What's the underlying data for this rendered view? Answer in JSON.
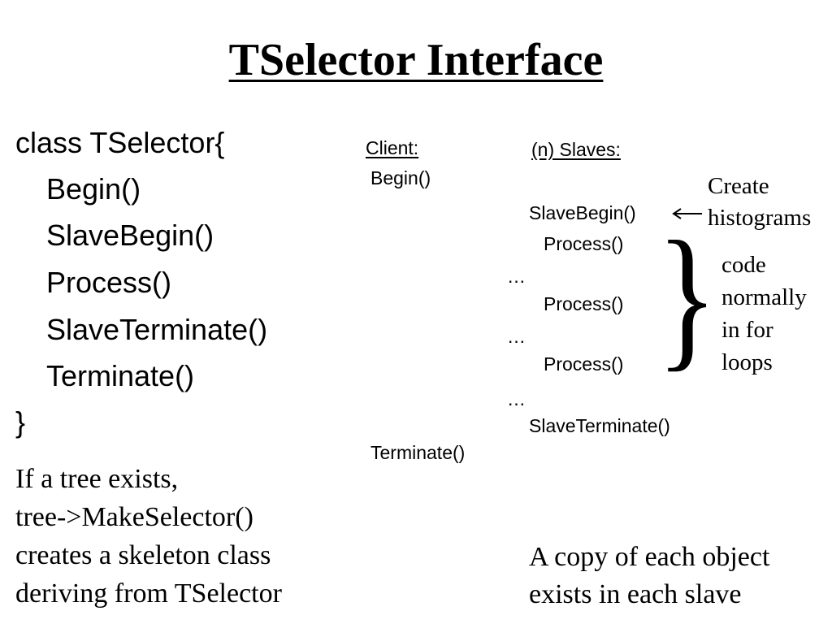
{
  "title": "TSelector Interface",
  "code_block": {
    "open": "class TSelector{",
    "methods": [
      "Begin()",
      "SlaveBegin()",
      "Process()",
      "SlaveTerminate()",
      "Terminate()"
    ],
    "close": "}"
  },
  "note_left": [
    "If a tree exists,",
    "tree->MakeSelector()",
    "creates a skeleton class",
    "deriving from TSelector"
  ],
  "client": {
    "header": "Client:",
    "begin": "Begin()",
    "terminate": "Terminate()"
  },
  "slaves": {
    "header": "(n) Slaves:",
    "slave_begin": "SlaveBegin()",
    "process": [
      "Process()",
      "Process()",
      "Process()"
    ],
    "ellipsis": [
      "…",
      "…",
      "…"
    ],
    "slave_terminate": "SlaveTerminate()"
  },
  "annotations": {
    "create_histograms": [
      "Create",
      "histograms"
    ],
    "loop_note": [
      "code",
      "normally",
      "in for",
      "loops"
    ],
    "brace": "}"
  },
  "note_bottom": [
    "A copy of each object",
    "exists in each slave"
  ]
}
